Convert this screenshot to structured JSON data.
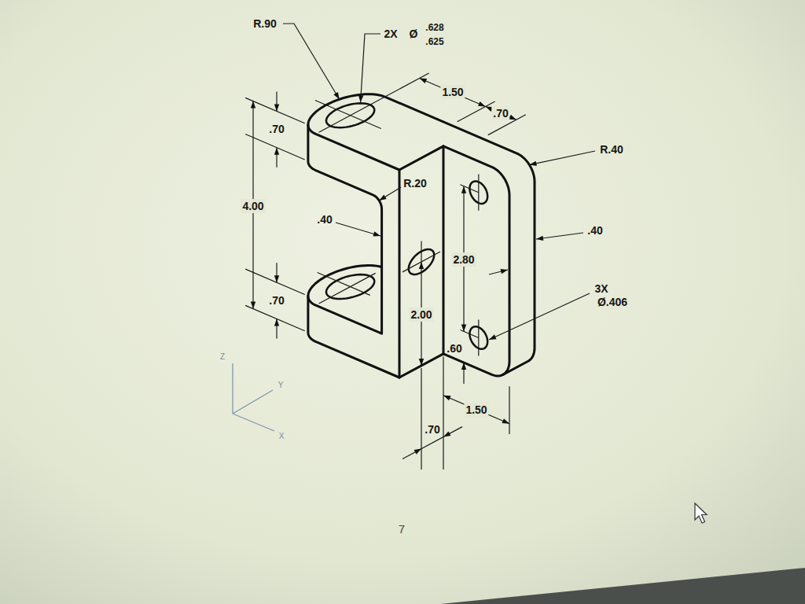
{
  "diagram": {
    "labels": [
      "R.90",
      "2X",
      "Ø",
      ".628",
      ".625",
      "1.50",
      ".70",
      "R.40",
      ".70",
      "4.00",
      "R.20",
      ".40",
      ".40",
      "2.80",
      "3X",
      "Ø.406",
      "2.00",
      ".60",
      ".70",
      "1.50",
      ".70",
      "Z",
      "Y",
      "X",
      "7"
    ]
  }
}
